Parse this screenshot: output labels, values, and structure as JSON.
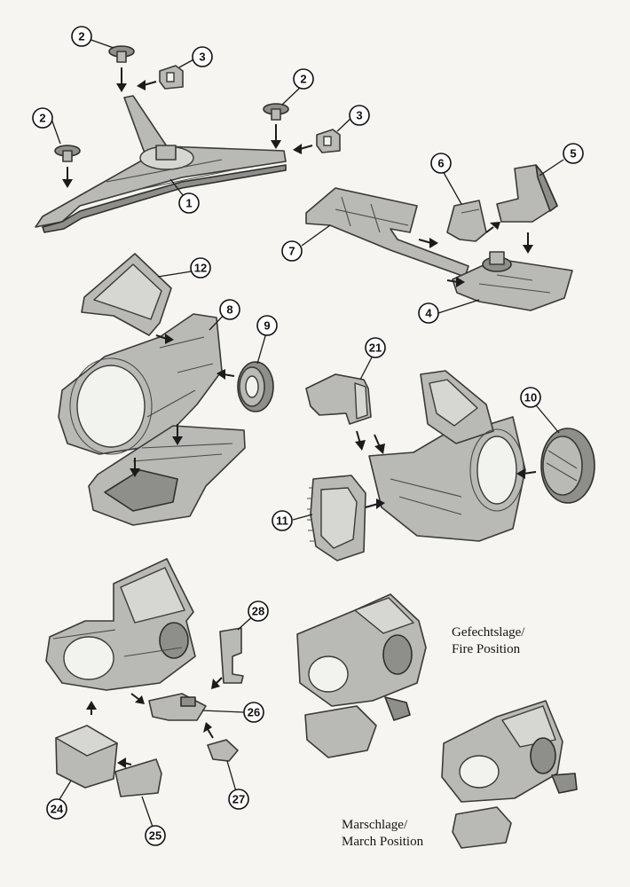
{
  "callouts": [
    {
      "id": "c1",
      "label": "1"
    },
    {
      "id": "c2a",
      "label": "2"
    },
    {
      "id": "c2b",
      "label": "2"
    },
    {
      "id": "c2c",
      "label": "2"
    },
    {
      "id": "c3a",
      "label": "3"
    },
    {
      "id": "c3b",
      "label": "3"
    },
    {
      "id": "c4",
      "label": "4"
    },
    {
      "id": "c5",
      "label": "5"
    },
    {
      "id": "c6",
      "label": "6"
    },
    {
      "id": "c7",
      "label": "7"
    },
    {
      "id": "c8",
      "label": "8"
    },
    {
      "id": "c9",
      "label": "9"
    },
    {
      "id": "c10",
      "label": "10"
    },
    {
      "id": "c11",
      "label": "11"
    },
    {
      "id": "c12",
      "label": "12"
    },
    {
      "id": "c21",
      "label": "21"
    },
    {
      "id": "c24",
      "label": "24"
    },
    {
      "id": "c25",
      "label": "25"
    },
    {
      "id": "c26",
      "label": "26"
    },
    {
      "id": "c27",
      "label": "27"
    },
    {
      "id": "c28",
      "label": "28"
    }
  ],
  "captions": {
    "fire_position": {
      "line1": "Gefechtslage/",
      "line2": "Fire Position"
    },
    "march_position": {
      "line1": "Marschlage/",
      "line2": "March Position"
    }
  }
}
